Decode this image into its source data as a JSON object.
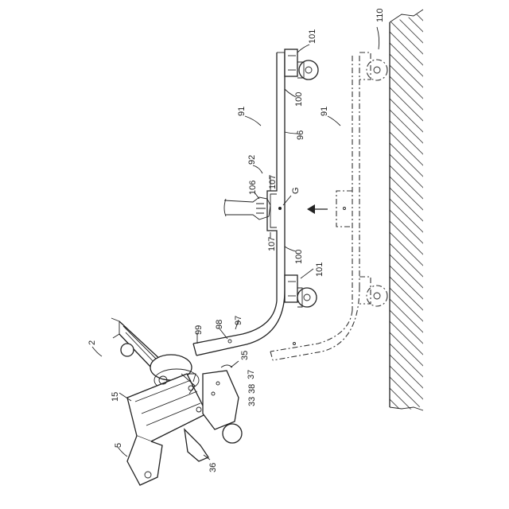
{
  "labels": {
    "l110": "110",
    "l101_top": "101",
    "l100_top": "100",
    "l91_a": "91",
    "l91_b": "91",
    "l96": "96",
    "l92": "92",
    "l107_top": "107",
    "l106": "106",
    "l107_bottom": "107",
    "lG": "G",
    "l100_bottom": "100",
    "l101_bottom": "101",
    "l97": "97",
    "l98": "98",
    "l99": "99",
    "l2": "2",
    "l35": "35",
    "l37": "37",
    "l38": "38",
    "l33": "33",
    "l15": "15",
    "l5": "5",
    "l36": "36"
  },
  "colors": {
    "stroke": "#222222",
    "background": "#ffffff",
    "hatch": "#444444"
  }
}
